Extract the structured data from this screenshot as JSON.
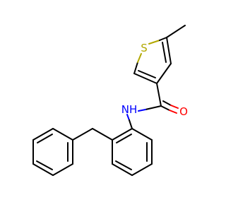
{
  "molecule": {
    "atoms": {
      "sulfur": {
        "label": "S",
        "color": "#b2a800"
      },
      "oxygen": {
        "label": "O",
        "color": "#ff0000"
      },
      "nitrogen": {
        "label": "NH",
        "color": "#0000ff"
      }
    }
  }
}
